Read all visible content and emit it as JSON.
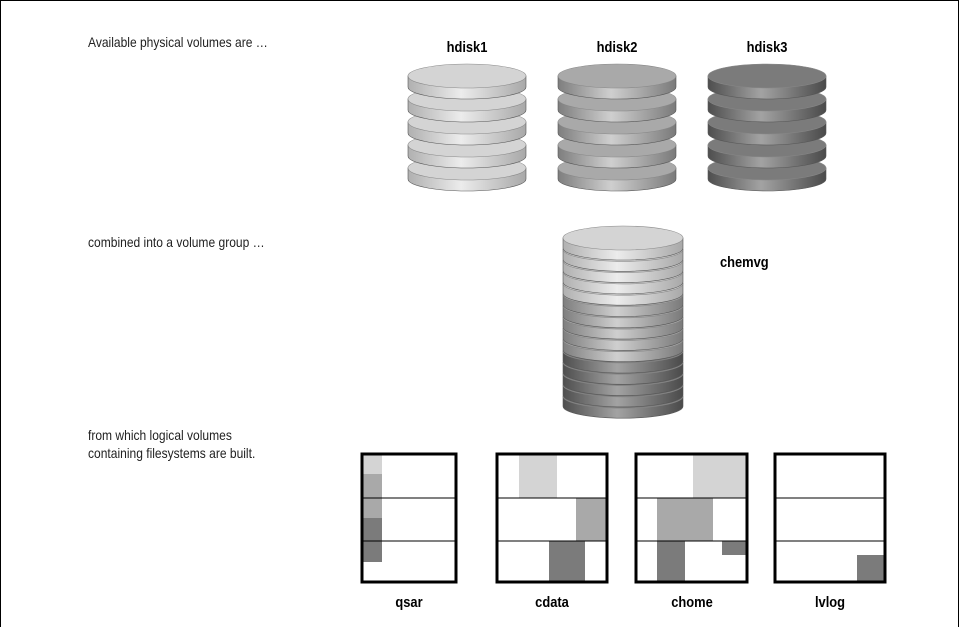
{
  "captions": {
    "physical": "Available physical volumes are …",
    "group": "combined into a volume group …",
    "logical_line1": "from which logical volumes",
    "logical_line2": "containing filesystems are built."
  },
  "physical_volumes": [
    {
      "name": "hdisk1",
      "shade": "light",
      "platters": 5
    },
    {
      "name": "hdisk2",
      "shade": "medium",
      "platters": 5
    },
    {
      "name": "hdisk3",
      "shade": "dark",
      "platters": 5
    }
  ],
  "volume_group": {
    "name": "chemvg",
    "platters": 15
  },
  "logical_volumes": [
    {
      "name": "qsar"
    },
    {
      "name": "cdata"
    },
    {
      "name": "chome"
    },
    {
      "name": "lvlog"
    }
  ],
  "colors": {
    "light": "#d4d4d4",
    "medium": "#a9a9a9",
    "dark": "#7b7b7b",
    "border": "#000000",
    "background": "#ffffff"
  }
}
